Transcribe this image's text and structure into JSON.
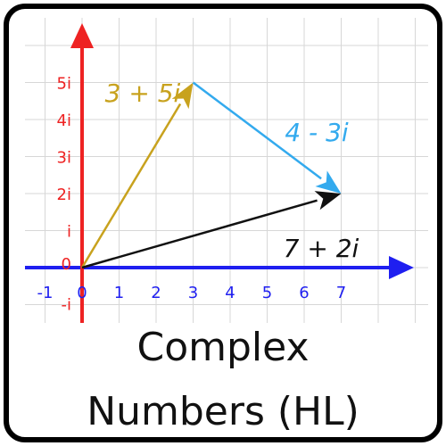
{
  "colors": {
    "real_axis": "#1f1ff0",
    "imag_axis": "#ee2222",
    "grid": "#d7d7d7",
    "vec_a": "#c8a21e",
    "vec_b": "#33aaee",
    "vec_sum": "#111111"
  },
  "diagram": {
    "real_ticks": [
      "-1",
      "0",
      "1",
      "2",
      "3",
      "4",
      "5",
      "6",
      "7"
    ],
    "real_tick_values": [
      -1,
      0,
      1,
      2,
      3,
      4,
      5,
      6,
      7
    ],
    "imag_ticks": [
      "5i",
      "4i",
      "3i",
      "2i",
      "i",
      "0",
      "-i"
    ],
    "imag_tick_values": [
      5,
      4,
      3,
      2,
      1,
      0,
      -1
    ],
    "vectors": [
      {
        "label": "3 + 5i",
        "from": [
          0,
          0
        ],
        "to": [
          3,
          5
        ],
        "color": "#c8a21e"
      },
      {
        "label": "4 - 3i",
        "from": [
          3,
          5
        ],
        "to": [
          7,
          2
        ],
        "color": "#33aaee"
      },
      {
        "label": "7 + 2i",
        "from": [
          0,
          0
        ],
        "to": [
          7,
          2
        ],
        "color": "#111111"
      }
    ]
  },
  "caption": {
    "line1": "Complex",
    "line2": "Numbers (HL)"
  }
}
